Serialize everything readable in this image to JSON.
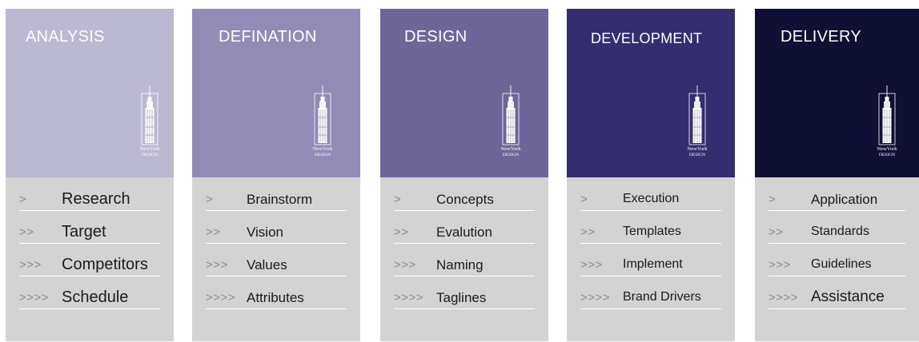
{
  "columns": [
    {
      "title": "ANALYSIS",
      "header_color": "#bbb8d2",
      "logo_text": "NewYork DESIGN",
      "items": [
        {
          "arrow": ">",
          "label": "Research"
        },
        {
          "arrow": ">>",
          "label": "Target"
        },
        {
          "arrow": ">>>",
          "label": "Competitors"
        },
        {
          "arrow": ">>>>",
          "label": "Schedule"
        }
      ]
    },
    {
      "title": "DEFINATION",
      "header_color": "#928bb5",
      "logo_text": "NewYork DESIGN",
      "items": [
        {
          "arrow": ">",
          "label": "Brainstorm"
        },
        {
          "arrow": ">>",
          "label": "Vision"
        },
        {
          "arrow": ">>>",
          "label": "Values"
        },
        {
          "arrow": ">>>>",
          "label": "Attributes"
        }
      ]
    },
    {
      "title": "DESIGN",
      "header_color": "#6e6699",
      "logo_text": "NewYork DESIGN",
      "items": [
        {
          "arrow": ">",
          "label": "Concepts"
        },
        {
          "arrow": ">>",
          "label": "Evalution"
        },
        {
          "arrow": ">>>",
          "label": "Naming"
        },
        {
          "arrow": ">>>>",
          "label": "Taglines"
        }
      ]
    },
    {
      "title": "DEVELOPMENT",
      "header_color": "#342d6f",
      "logo_text": "NewYork DESIGN",
      "items": [
        {
          "arrow": ">",
          "label": "Execution"
        },
        {
          "arrow": ">>",
          "label": "Templates"
        },
        {
          "arrow": ">>>",
          "label": "Implement"
        },
        {
          "arrow": ">>>>",
          "label": "Brand Drivers"
        }
      ]
    },
    {
      "title": "DELIVERY",
      "header_color": "#101035",
      "logo_text": "NewYork DESIGN",
      "items": [
        {
          "arrow": ">",
          "label": "Application"
        },
        {
          "arrow": ">>",
          "label": "Standards"
        },
        {
          "arrow": ">>>",
          "label": "Guidelines"
        },
        {
          "arrow": ">>>>",
          "label": "Assistance"
        }
      ]
    }
  ]
}
